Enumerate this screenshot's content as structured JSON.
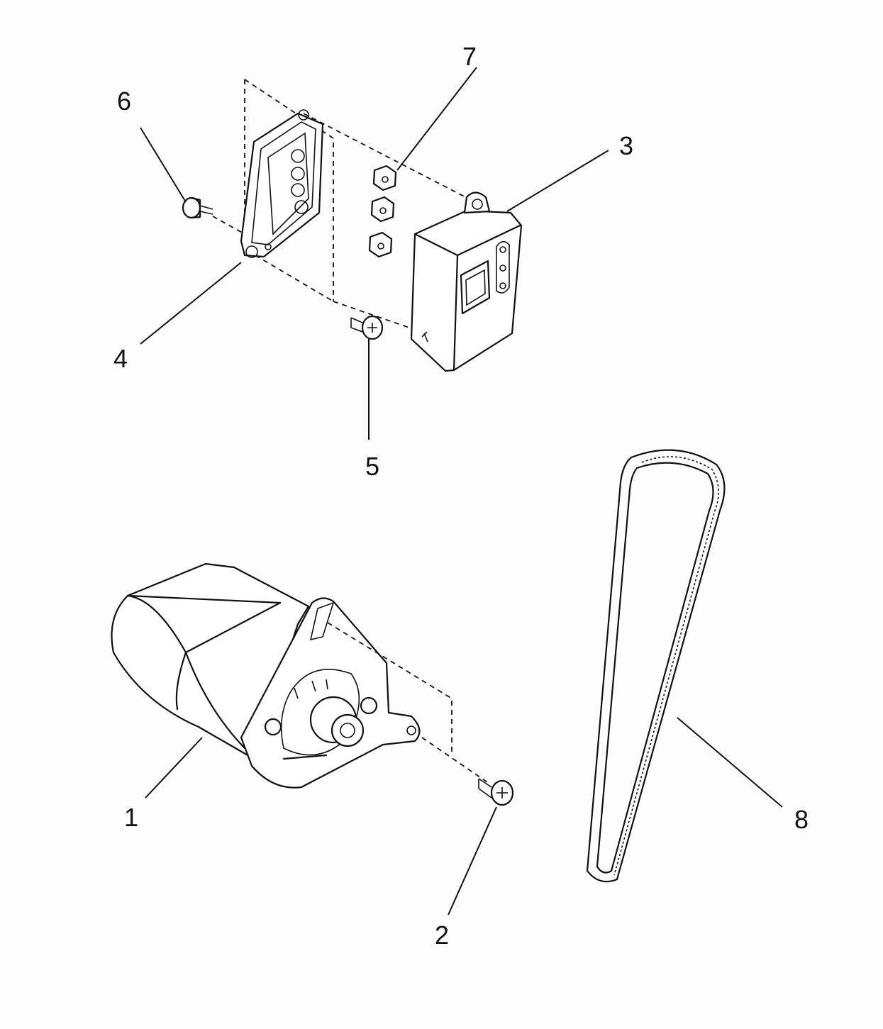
{
  "callouts": [
    {
      "id": "1",
      "text": "1",
      "part": "motor"
    },
    {
      "id": "2",
      "text": "2",
      "part": "motor-mounting-screw"
    },
    {
      "id": "3",
      "text": "3",
      "part": "switch-box"
    },
    {
      "id": "4",
      "text": "4",
      "part": "terminal-plate"
    },
    {
      "id": "5",
      "text": "5",
      "part": "switch-box-screw"
    },
    {
      "id": "6",
      "text": "6",
      "part": "plate-screw"
    },
    {
      "id": "7",
      "text": "7",
      "part": "terminal-nuts"
    },
    {
      "id": "8",
      "text": "8",
      "part": "timing-belt"
    }
  ]
}
